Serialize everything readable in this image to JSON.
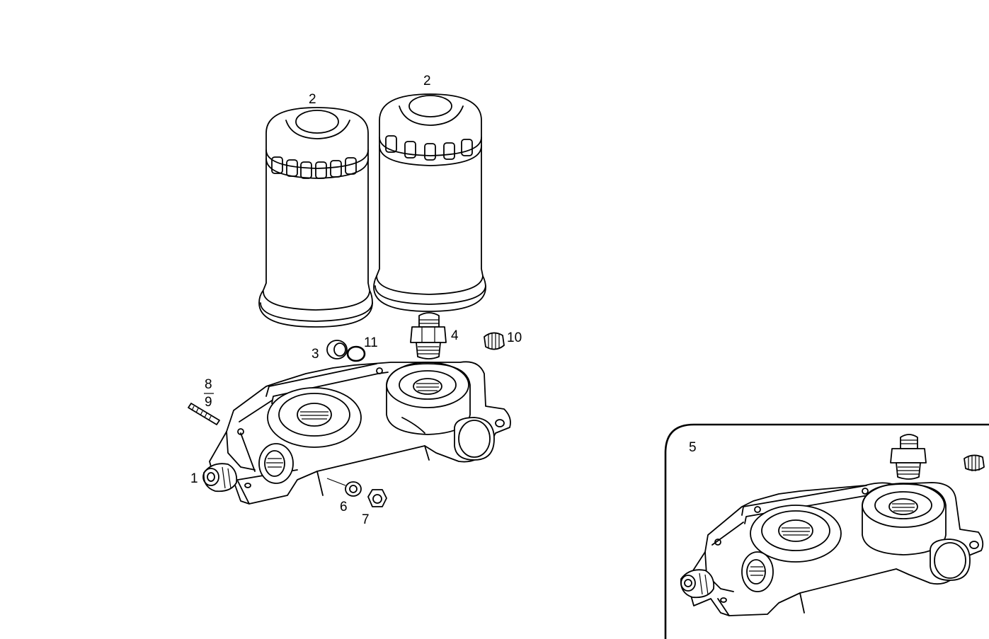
{
  "callouts": {
    "filter_left": "2",
    "filter_right": "2",
    "bushing": "3",
    "seal_ring": "11",
    "nipple": "4",
    "plug": "10",
    "stud_top": "8",
    "stud_bottom": "9",
    "plug_fitting": "1",
    "washer": "6",
    "nut": "7"
  },
  "inset": {
    "label": "5"
  }
}
